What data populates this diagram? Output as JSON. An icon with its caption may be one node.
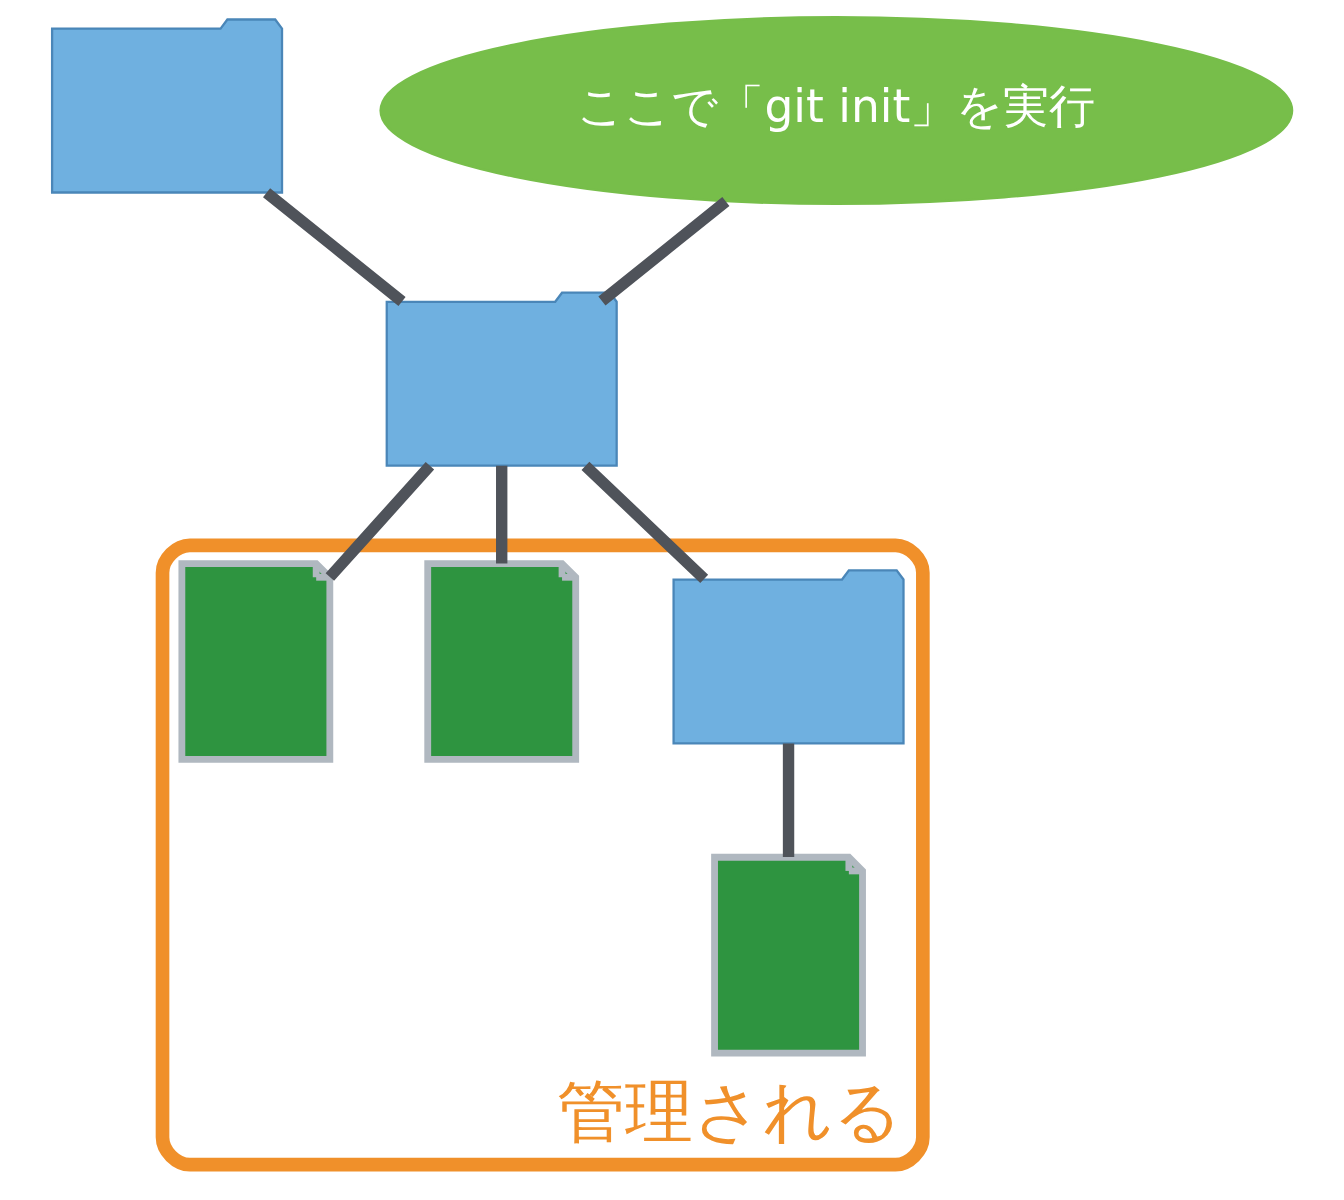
{
  "diagram": {
    "nodes": [
      {
        "text": [],
        "shape": "folder"
      },
      {
        "text": [
          "ここで「git init」を実行"
        ]
      },
      {
        "text": [],
        "shape": "folder"
      },
      {
        "text": [
          "管理される"
        ]
      },
      {
        "text": [],
        "shape": "folder",
        "in": 3
      },
      {
        "text": [],
        "shape": "file",
        "in": 3
      },
      {
        "text": [],
        "shape": "file",
        "in": 3
      },
      {
        "text": [],
        "shape": "file",
        "in": 3
      }
    ],
    "edges": [
      {
        "from": 0,
        "to": 2,
        "arrow": "none"
      },
      {
        "from": 1,
        "to": 2,
        "arrow": "none"
      },
      {
        "from": 2,
        "to": 4,
        "arrow": "none"
      },
      {
        "from": 4,
        "to": 5,
        "arrow": "none"
      },
      {
        "from": 2,
        "to": 6,
        "arrow": "none"
      },
      {
        "from": 2,
        "to": 7,
        "arrow": "none"
      }
    ]
  }
}
